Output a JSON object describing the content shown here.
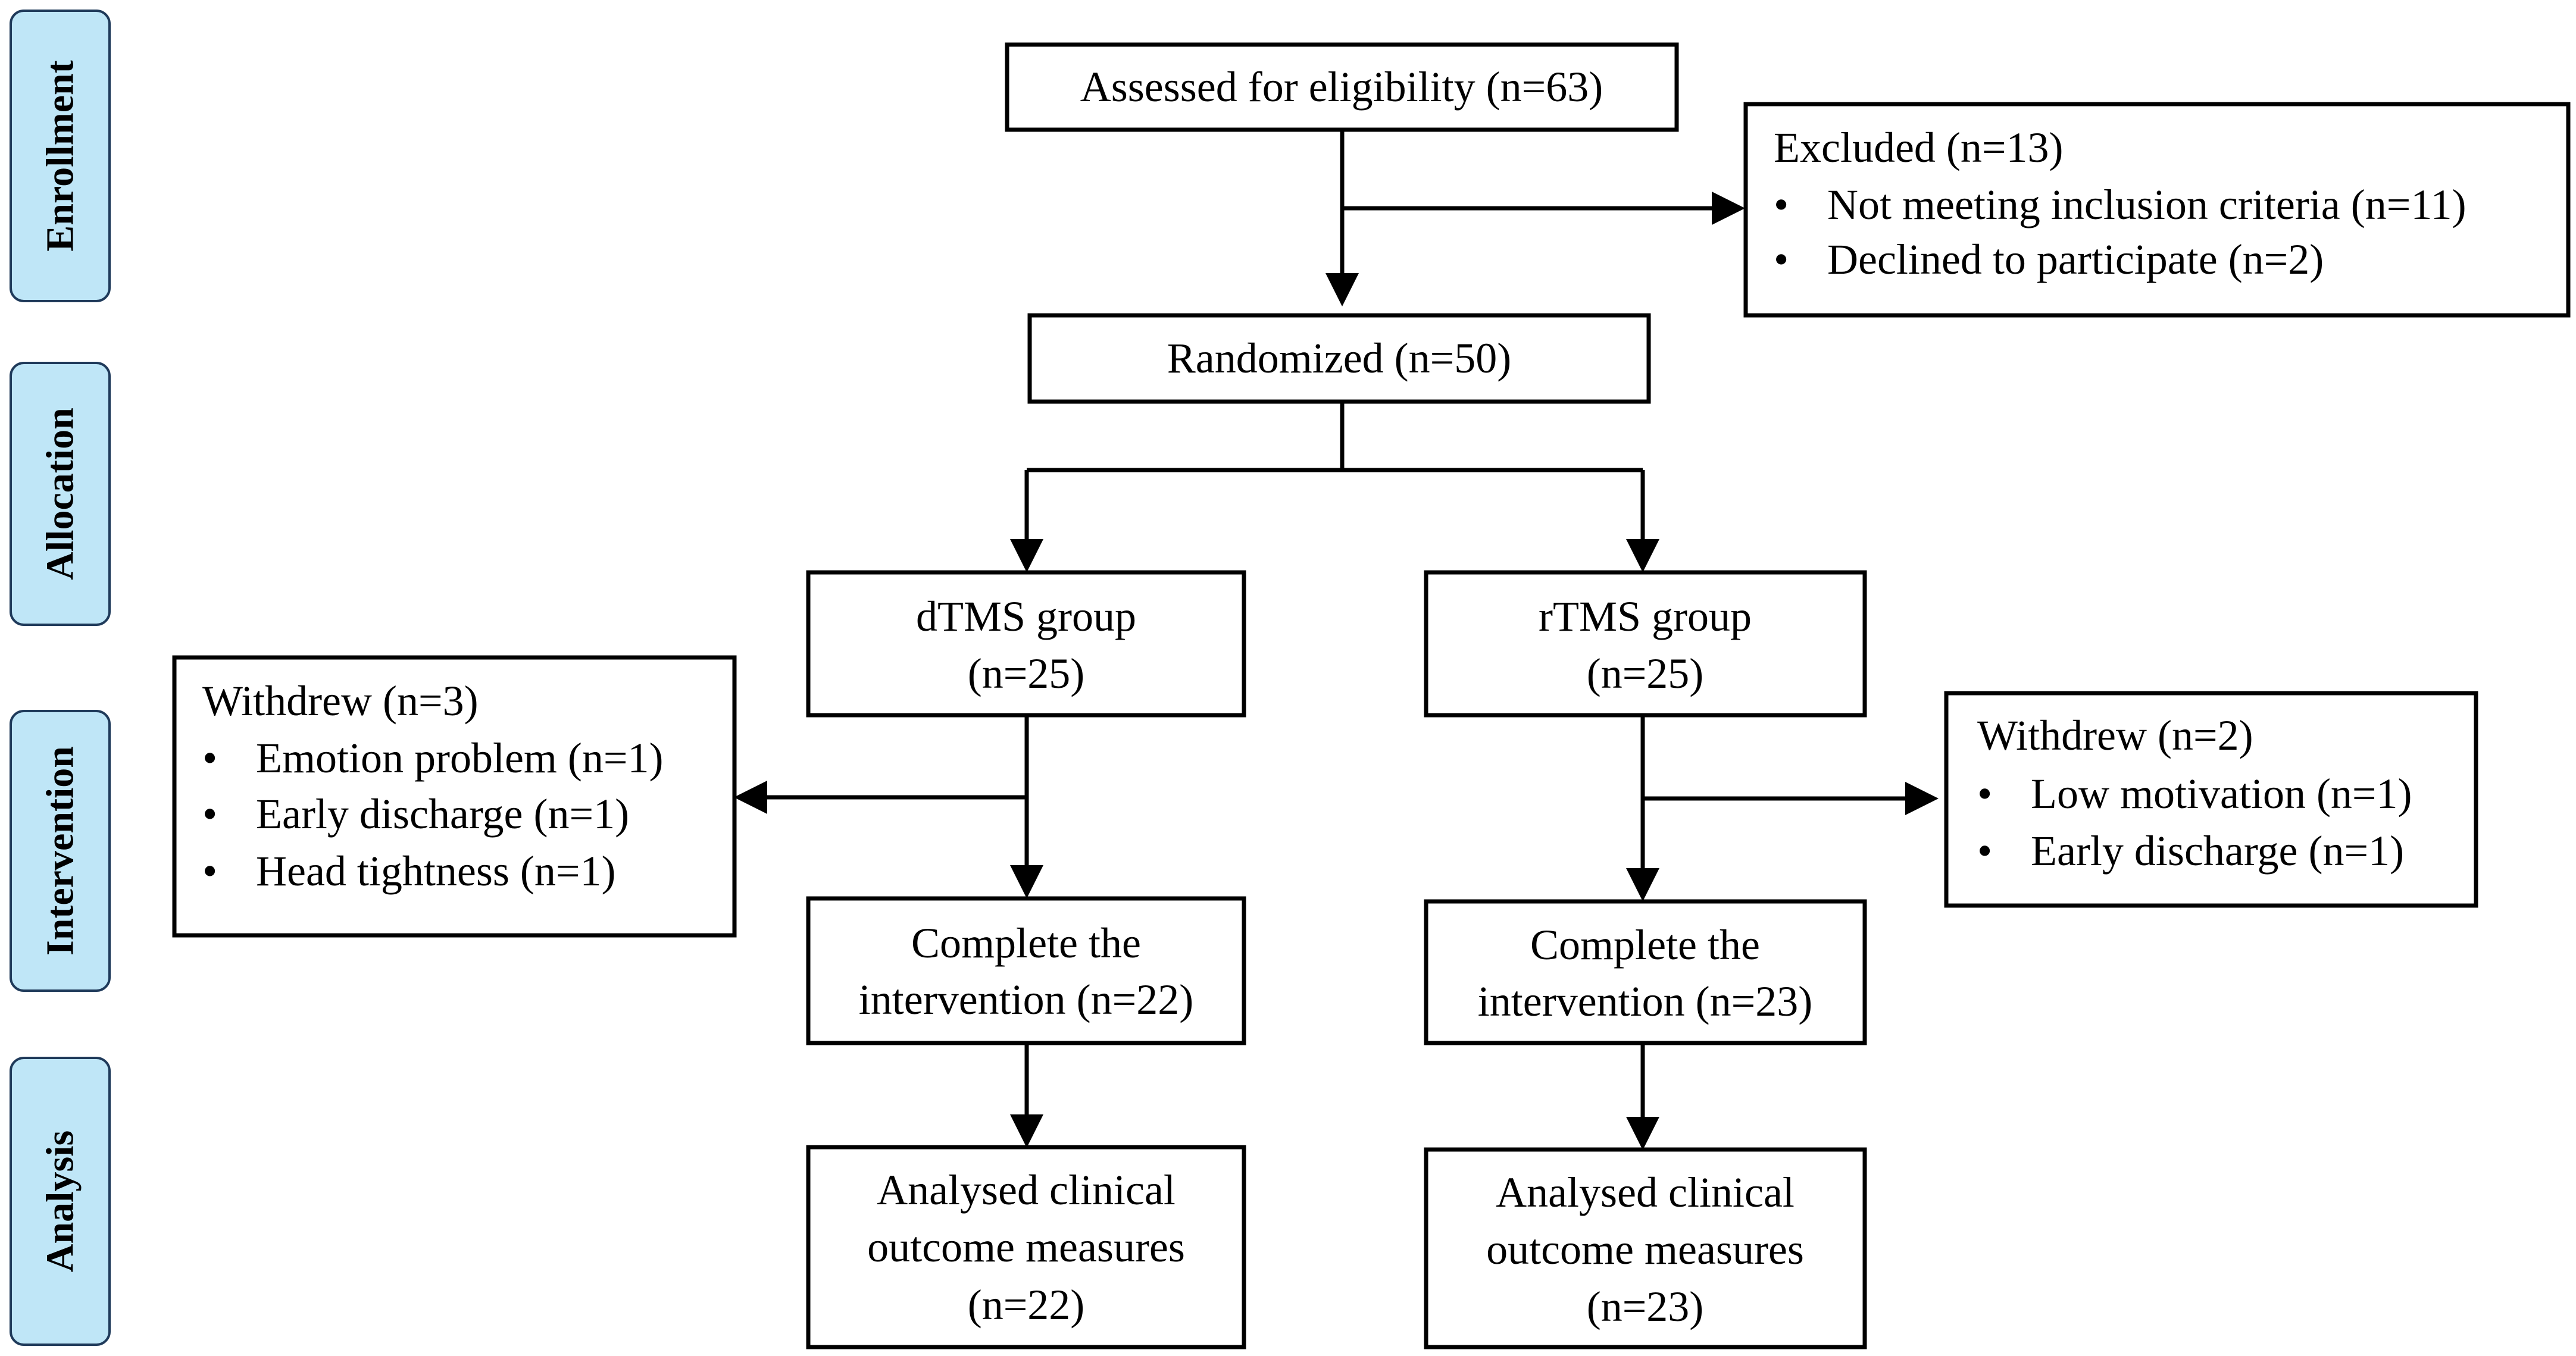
{
  "stages": {
    "enrollment": "Enrollment",
    "allocation": "Allocation",
    "intervention": "Intervention",
    "analysis": "Analysis"
  },
  "assessed": "Assessed for eligibility (n=63)",
  "excluded": {
    "title": "Excluded (n=13)",
    "items": [
      "Not meeting inclusion criteria (n=11)",
      "Declined to participate (n=2)"
    ]
  },
  "randomized": "Randomized (n=50)",
  "dtms": {
    "group": [
      "dTMS group",
      "(n=25)"
    ],
    "withdrew": {
      "title": "Withdrew (n=3)",
      "items": [
        "Emotion problem (n=1)",
        "Early discharge (n=1)",
        "Head tightness (n=1)"
      ]
    },
    "complete": [
      "Complete the",
      "intervention (n=22)"
    ],
    "analysed": [
      "Analysed clinical",
      "outcome measures",
      "(n=22)"
    ]
  },
  "rtms": {
    "group": [
      "rTMS group",
      "(n=25)"
    ],
    "withdrew": {
      "title": "Withdrew (n=2)",
      "items": [
        "Low motivation (n=1)",
        "Early discharge (n=1)"
      ]
    },
    "complete": [
      "Complete the",
      "intervention (n=23)"
    ],
    "analysed": [
      "Analysed clinical",
      "outcome measures",
      "(n=23)"
    ]
  },
  "bullet": "•",
  "colors": {
    "stage_fill": "#bfe6f7",
    "stage_border": "#1f3a5a",
    "line": "#000000"
  }
}
